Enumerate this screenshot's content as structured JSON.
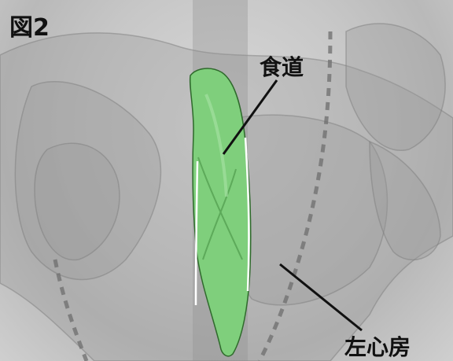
{
  "figure": {
    "label": "図2",
    "annotations": {
      "esophagus": "食道",
      "left_atrium": "左心房"
    }
  }
}
